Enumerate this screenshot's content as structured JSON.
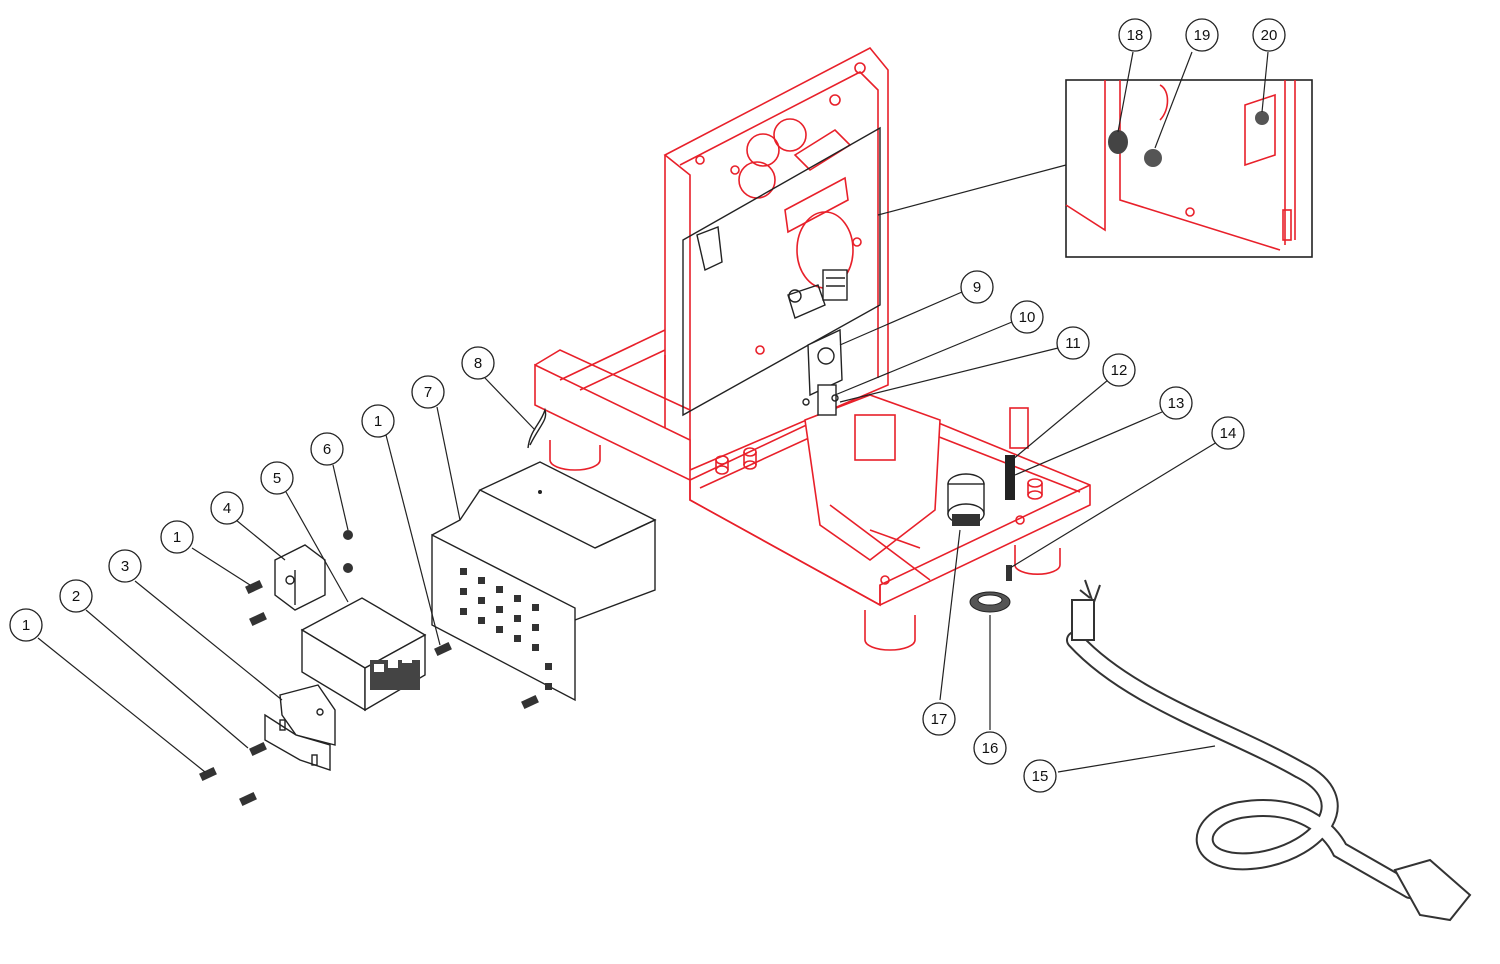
{
  "diagram": {
    "callouts": [
      {
        "id": "c1a",
        "label": "1"
      },
      {
        "id": "c2",
        "label": "2"
      },
      {
        "id": "c3",
        "label": "3"
      },
      {
        "id": "c1b",
        "label": "1"
      },
      {
        "id": "c4",
        "label": "4"
      },
      {
        "id": "c5",
        "label": "5"
      },
      {
        "id": "c6",
        "label": "6"
      },
      {
        "id": "c1c",
        "label": "1"
      },
      {
        "id": "c7",
        "label": "7"
      },
      {
        "id": "c8",
        "label": "8"
      },
      {
        "id": "c9",
        "label": "9"
      },
      {
        "id": "c10",
        "label": "10"
      },
      {
        "id": "c11",
        "label": "11"
      },
      {
        "id": "c12",
        "label": "12"
      },
      {
        "id": "c13",
        "label": "13"
      },
      {
        "id": "c14",
        "label": "14"
      },
      {
        "id": "c15",
        "label": "15"
      },
      {
        "id": "c16",
        "label": "16"
      },
      {
        "id": "c17",
        "label": "17"
      },
      {
        "id": "c18",
        "label": "18"
      },
      {
        "id": "c19",
        "label": "19"
      },
      {
        "id": "c20",
        "label": "20"
      }
    ],
    "colors": {
      "frame": "#e8202a",
      "parts": "#222222",
      "background": "#ffffff"
    }
  }
}
